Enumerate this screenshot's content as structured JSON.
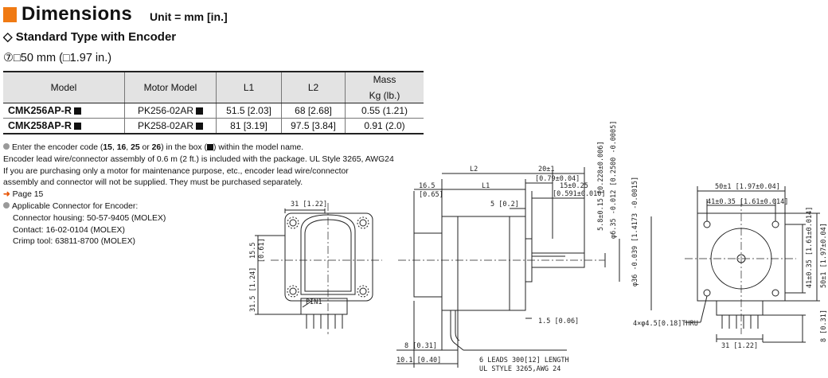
{
  "header": {
    "title": "Dimensions",
    "unit": "Unit = mm [in.]"
  },
  "subtitle": "◇ Standard Type with Encoder",
  "frame_size": "⑦□50 mm (□1.97 in.)",
  "table": {
    "headers": [
      "Model",
      "Motor Model",
      "L1",
      "L2",
      "Mass",
      "Kg (lb.)"
    ],
    "rows": [
      {
        "model": "CMK256AP-R",
        "motor": "PK256-02AR",
        "l1": "51.5 [2.03]",
        "l2": "68 [2.68]",
        "mass": "0.55 (1.21)"
      },
      {
        "model": "CMK258AP-R",
        "motor": "PK258-02AR",
        "l1": "81 [3.19]",
        "l2": "97.5 [3.84]",
        "mass": "0.91 (2.0)"
      }
    ]
  },
  "notes": {
    "n1_a": "Enter the encoder code (",
    "n1_b1": "15",
    "n1_sep1": ", ",
    "n1_b2": "16",
    "n1_sep2": ", ",
    "n1_b3": "25",
    "n1_or": " or ",
    "n1_b4": "26",
    "n1_c": ") in the box (",
    "n1_d": ") within the model name.",
    "n2": "Encoder lead wire/connector assembly of 0.6 m (2 ft.) is included with the package. UL Style 3265, AWG24",
    "n3": "If you are purchasing only a motor for maintenance purpose, etc., encoder lead wire/connector",
    "n4": "assembly and connector will not be supplied. They must be purchased separately.",
    "page_arrow": "➜",
    "page_ref": "Page 15",
    "connector_title": "Applicable Connector for Encoder:",
    "connector_lines": [
      "Connector housing: 50-57-9405 (MOLEX)",
      "Contact: 16-02-0104 (MOLEX)",
      "Crimp tool: 63811-8700 (MOLEX)"
    ]
  },
  "drawing_labels": {
    "l_31_top": "31 [1.22]",
    "l_15_5": "15.5",
    "l_061": "[0.61]",
    "l_31_5": "31.5 [1.24]",
    "pin1": "PIN1",
    "l_l2": "L2",
    "l_20": "20±1",
    "l_079": "[0.79±0.04]",
    "l_16_5": "16.5",
    "l_065": "[0.65]",
    "l_l1": "L1",
    "l_15": "15±0.25",
    "l_059": "[0.591±0.010]",
    "l_5": "5 [0.2]",
    "l_5_8": "5.8±0.15 [0.228±0.006]",
    "l_shaft": "φ6.35 -0.012 [0.2500 -0.0005]",
    "l_pilot": "φ36 -0.039 [1.4173 -0.0015]",
    "l_1_5": "1.5 [0.06]",
    "l_8": "8 [0.31]",
    "l_10_1": "10.1 [0.40]",
    "leads1": "6 LEADS 300[12] LENGTH",
    "leads2": "UL STYLE 3265,AWG 24",
    "l_50": "50±1 [1.97±0.04]",
    "l_41": "41±0.35 [1.61±0.014]",
    "l_41v": "41±0.35 [1.61±0.014]",
    "l_50v": "50±1 [1.97±0.04]",
    "holes": "4×φ4.5[0.18]THRU",
    "l_31_bot": "31 [1.22]",
    "l_8v": "8 [0.31]"
  }
}
